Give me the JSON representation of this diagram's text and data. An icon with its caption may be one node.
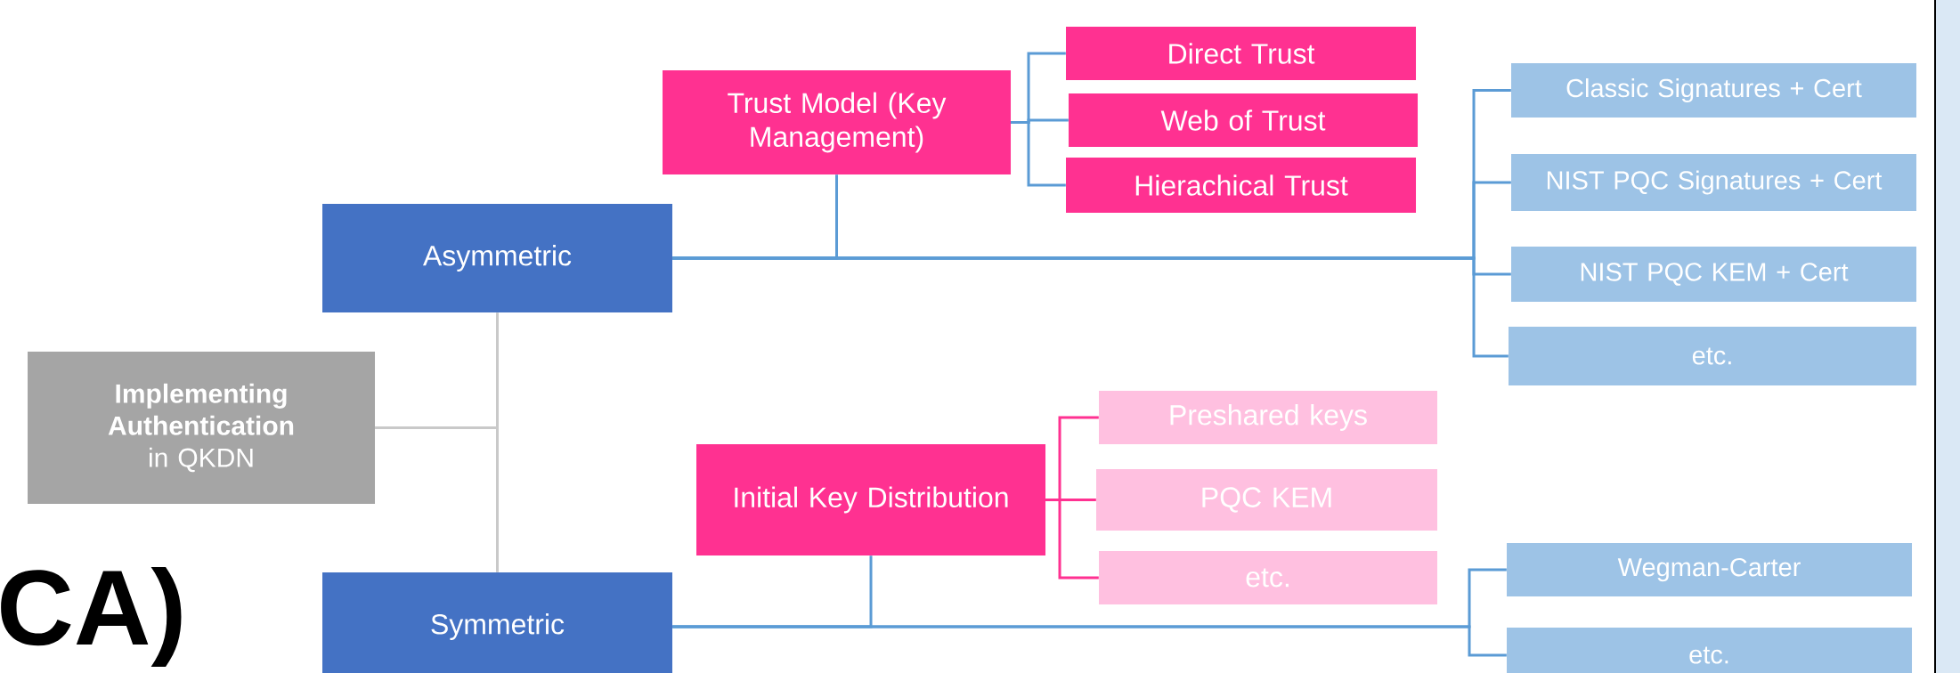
{
  "diagram": {
    "nodes": [
      {
        "text": [
          "**Implementing Authentication** in QKDN"
        ]
      },
      {
        "text": [
          "Asymmetric"
        ]
      },
      {
        "text": [
          "Symmetric"
        ]
      },
      {
        "text": [
          "Trust Model (Key Management)"
        ]
      },
      {
        "text": [
          "Direct Trust"
        ]
      },
      {
        "text": [
          "Web of Trust"
        ]
      },
      {
        "text": [
          "Hierachical Trust"
        ]
      },
      {
        "text": [
          "Classic Signatures + Cert"
        ]
      },
      {
        "text": [
          "NIST PQC Signatures + Cert"
        ]
      },
      {
        "text": [
          "NIST PQC KEM + Cert"
        ]
      },
      {
        "text": [
          "etc."
        ]
      },
      {
        "text": [
          "Initial Key Distribution"
        ]
      },
      {
        "text": [
          "Preshared keys"
        ]
      },
      {
        "text": [
          "PQC KEM"
        ]
      },
      {
        "text": [
          "etc."
        ]
      },
      {
        "text": [
          "Wegman-Carter"
        ]
      },
      {
        "text": [
          "etc."
        ]
      }
    ],
    "edges": [
      {
        "from": 0,
        "to": 1,
        "arrow": "none",
        "color": "#c9c9c9"
      },
      {
        "from": 0,
        "to": 2,
        "arrow": "none",
        "color": "#c9c9c9"
      },
      {
        "from": 1,
        "to": 3,
        "arrow": "none"
      },
      {
        "from": 3,
        "to": 4,
        "arrow": "none"
      },
      {
        "from": 3,
        "to": 5,
        "arrow": "none"
      },
      {
        "from": 3,
        "to": 6,
        "arrow": "none"
      },
      {
        "from": 1,
        "to": 7,
        "arrow": "none"
      },
      {
        "from": 1,
        "to": 8,
        "arrow": "none"
      },
      {
        "from": 1,
        "to": 9,
        "arrow": "none"
      },
      {
        "from": 1,
        "to": 10,
        "arrow": "none"
      },
      {
        "from": 2,
        "to": 11,
        "arrow": "none"
      },
      {
        "from": 11,
        "to": 12,
        "arrow": "none",
        "color": "#ff3191"
      },
      {
        "from": 11,
        "to": 13,
        "arrow": "none",
        "color": "#ff3191"
      },
      {
        "from": 11,
        "to": 14,
        "arrow": "none",
        "color": "#ff3191"
      },
      {
        "from": 2,
        "to": 15,
        "arrow": "none"
      },
      {
        "from": 2,
        "to": 16,
        "arrow": "none"
      }
    ],
    "labels": [
      "CA)"
    ]
  }
}
